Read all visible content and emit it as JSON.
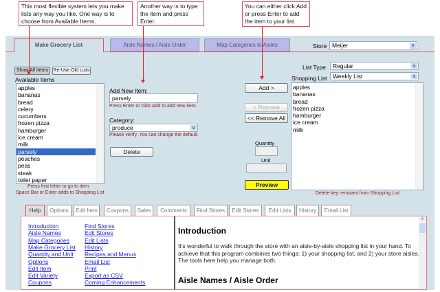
{
  "callouts": [
    "This most flexible system lets you make lists any way you like. One way is to choose from Available Items.",
    "Another way is to type the item and press Enter.",
    "You can either click Add or press Enter to add the item to your list."
  ],
  "top_tabs": [
    "Make Grocery List",
    "Aisle Names / Aisle Order",
    "Map Categories to Aisles"
  ],
  "store": {
    "label": "Store",
    "value": "Meijer"
  },
  "buttons": {
    "show_all": "Show All Items",
    "reuse": "Re-Use Old Lists",
    "delete": "Delete",
    "add": "Add >",
    "remove": "< Remove",
    "remove_all": "<< Remove All",
    "preview": "Preview"
  },
  "available": {
    "label": "Available Items",
    "items": [
      "apples",
      "bananas",
      "bread",
      "celery",
      "cucumbers",
      "frozen pizza",
      "hamburger",
      "ice cream",
      "milk",
      "parsely",
      "peaches",
      "peas",
      "steak",
      "toilet paper"
    ],
    "selected": "parsely",
    "hint1": "Press first letter to go to item",
    "hint2": "Space Bar or Enter adds to Shopping List"
  },
  "new_item": {
    "label": "Add New Item:",
    "value": "parsely",
    "hint": "Press Enter or click Add to add new item."
  },
  "category": {
    "label": "Category:",
    "value": "produce",
    "hint": "Please verify. You can change the default."
  },
  "list_type": {
    "label": "List Type",
    "value": "Regular"
  },
  "shopping_list": {
    "label": "Shopping List",
    "value": "Weekly List",
    "items": [
      "apples",
      "bananas",
      "bread",
      "frozen pizza",
      "hamburger",
      "ice cream",
      "milk"
    ],
    "hint": "Delete key removes from Shopping List"
  },
  "quantity": {
    "label": "Quantity",
    "value": ""
  },
  "unit": {
    "label": "Unit",
    "value": ""
  },
  "bottom_tabs": [
    "Help",
    "Options",
    "Edit Item",
    "Coupons",
    "Sales",
    "Comments",
    "Find Stores",
    "Edit Stores",
    "Edit Lists",
    "History",
    "Email List"
  ],
  "help": {
    "links_col1": [
      "Introduction",
      "Aisle Names",
      "Map Categories",
      "Make Grocery List",
      "Quantity and Unit",
      "Options",
      "Edit Item",
      "Edit Variety",
      "Coupons"
    ],
    "links_col2": [
      "Find Stores",
      "Edit Stores",
      "Edit Lists",
      "History",
      "Recipes and Menus",
      "Email List",
      "Print",
      "Export as CSV",
      "Coming Enhancements"
    ],
    "h1": "Introduction",
    "p1": "It's wonderful to walk through the store with an aisle-by-aisle shopping list in your hand. To achieve that this program combines two things: 1) your shopping list, and 2) your store aisles. The tools here help you manage both.",
    "h2": "Aisle Names / Aisle Order"
  },
  "colors": {
    "panel": "#d3e1e9",
    "tab_inactive": "#b9b9ef",
    "accent_red": "#e0505a",
    "preview": "#ffff00",
    "selected": "#316ac5"
  }
}
